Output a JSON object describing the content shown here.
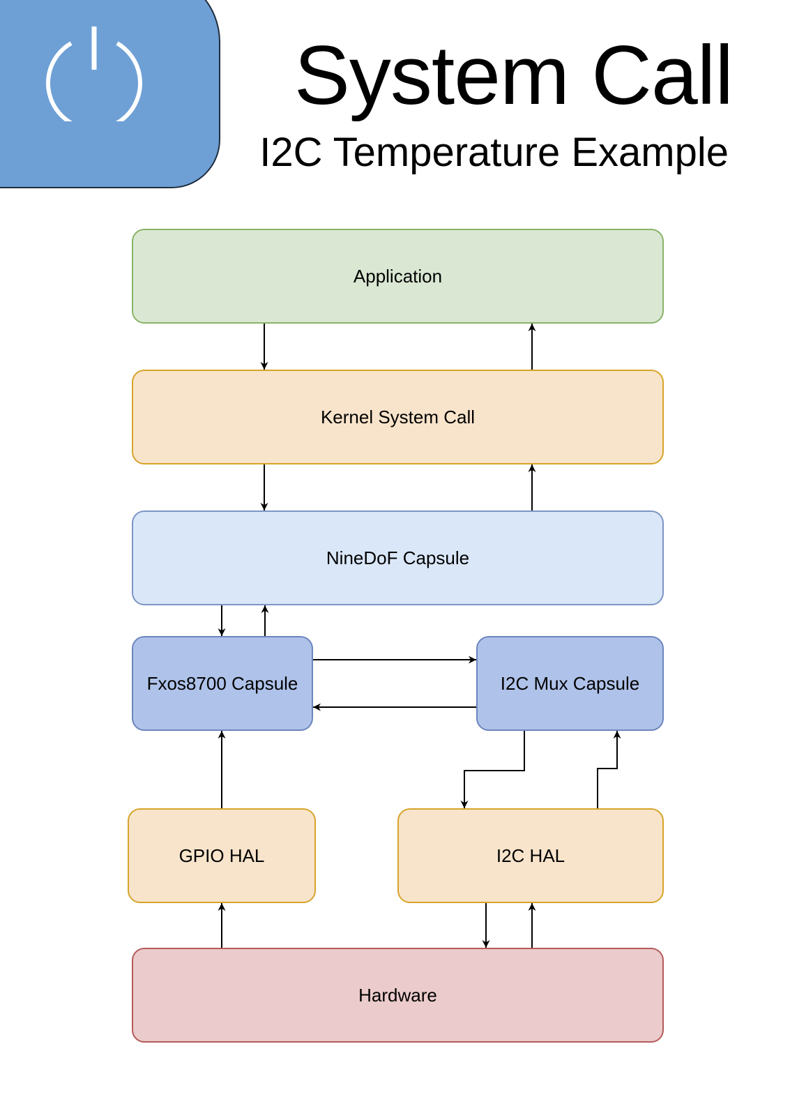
{
  "header": {
    "title": "System Call",
    "subtitle": "I2C Temperature Example",
    "logo_icon": "power-icon",
    "logo_color": "#6ea0d6"
  },
  "diagram": {
    "nodes": {
      "application": {
        "label": "Application",
        "fill": "#dae8d3",
        "stroke": "#87b368"
      },
      "kernel_system_call": {
        "label": "Kernel System Call",
        "fill": "#f8e4cb",
        "stroke": "#d7a42a"
      },
      "ninedof_capsule": {
        "label": "NineDoF Capsule",
        "fill": "#dae7f9",
        "stroke": "#7c95c4"
      },
      "fxos8700_capsule": {
        "label": "Fxos8700 Capsule",
        "fill": "#afc3ea",
        "stroke": "#6c85bd"
      },
      "i2c_mux_capsule": {
        "label": "I2C Mux Capsule",
        "fill": "#afc3ea",
        "stroke": "#6c85bd"
      },
      "gpio_hal": {
        "label": "GPIO HAL",
        "fill": "#f8e4cb",
        "stroke": "#d7a42a"
      },
      "i2c_hal": {
        "label": "I2C HAL",
        "fill": "#f8e4cb",
        "stroke": "#d7a42a"
      },
      "hardware": {
        "label": "Hardware",
        "fill": "#ebcbcb",
        "stroke": "#b55a5a"
      }
    },
    "edges": [
      {
        "from": "application",
        "to": "kernel_system_call"
      },
      {
        "from": "kernel_system_call",
        "to": "application"
      },
      {
        "from": "kernel_system_call",
        "to": "ninedof_capsule"
      },
      {
        "from": "ninedof_capsule",
        "to": "kernel_system_call"
      },
      {
        "from": "ninedof_capsule",
        "to": "fxos8700_capsule"
      },
      {
        "from": "fxos8700_capsule",
        "to": "ninedof_capsule"
      },
      {
        "from": "fxos8700_capsule",
        "to": "i2c_mux_capsule"
      },
      {
        "from": "i2c_mux_capsule",
        "to": "fxos8700_capsule"
      },
      {
        "from": "i2c_mux_capsule",
        "to": "i2c_hal"
      },
      {
        "from": "i2c_hal",
        "to": "i2c_mux_capsule"
      },
      {
        "from": "gpio_hal",
        "to": "fxos8700_capsule"
      },
      {
        "from": "i2c_hal",
        "to": "hardware"
      },
      {
        "from": "hardware",
        "to": "i2c_hal"
      },
      {
        "from": "hardware",
        "to": "gpio_hal"
      }
    ]
  }
}
